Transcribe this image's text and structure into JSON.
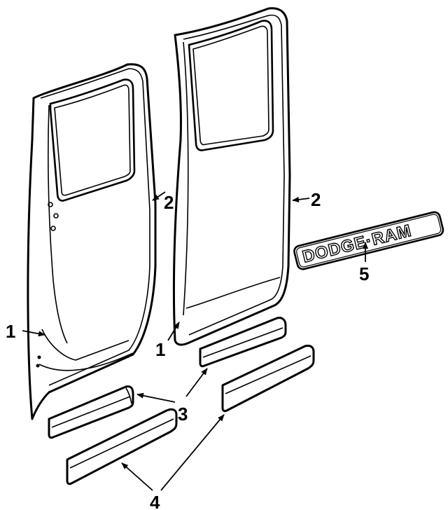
{
  "callouts": {
    "c1a": "1",
    "c1b": "1",
    "c2a": "2",
    "c2b": "2",
    "c3": "3",
    "c4": "4",
    "c5": "5"
  },
  "emblem": {
    "text": "DODGE·RAM"
  },
  "colors": {
    "line": "#000000",
    "background": "#ffffff"
  }
}
